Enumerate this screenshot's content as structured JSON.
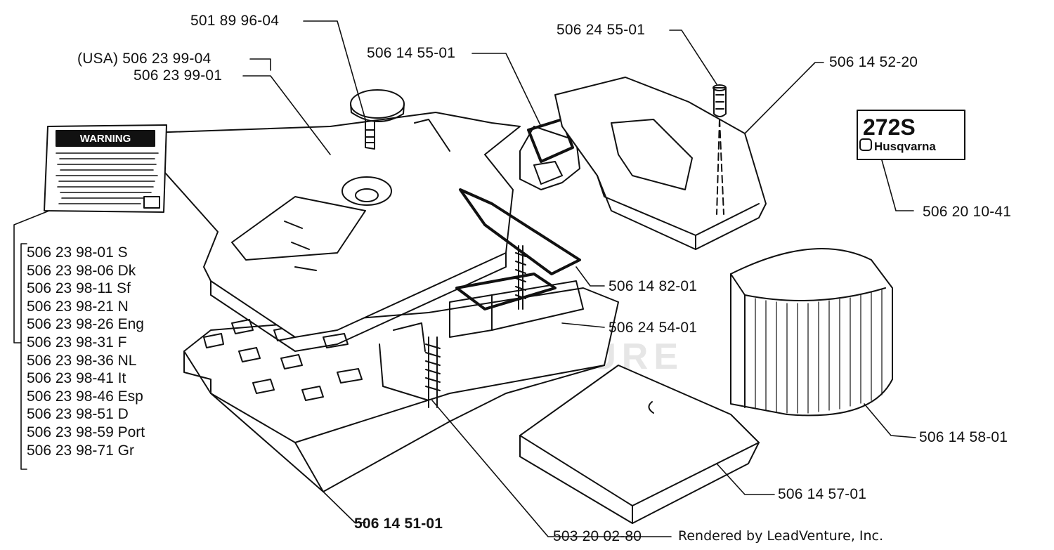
{
  "watermark": "LEADVENTURE",
  "callouts": {
    "fuel_cap": "501 89 96-04",
    "decal_usa": "(USA) 506 23 99-04",
    "decal": "506 23 99-01",
    "cover_small": "506 14 55-01",
    "plug": "506 24 55-01",
    "cover_top": "506 14 52-20",
    "logo_decal": "506 20 10-41",
    "gasket": "506 14 82-01",
    "seal": "506 24 54-01",
    "air_filter": "506 14 58-01",
    "filter_pad": "506 14 57-01",
    "base": "506 14 51-01",
    "screw": "503 20 02-80"
  },
  "warning_label": {
    "heading": "WARNING"
  },
  "logo": {
    "model": "272S",
    "brand": "Husqvarna"
  },
  "label_list": [
    "506 23 98-01 S",
    "506 23 98-06 Dk",
    "506 23 98-11 Sf",
    "506 23 98-21 N",
    "506 23 98-26 Eng",
    "506 23 98-31 F",
    "506 23 98-36 NL",
    "506 23 98-41 It",
    "506 23 98-46 Esp",
    "506 23 98-51 D",
    "506 23 98-59 Port",
    "506 23 98-71 Gr"
  ],
  "footer": "Rendered by LeadVenture, Inc."
}
